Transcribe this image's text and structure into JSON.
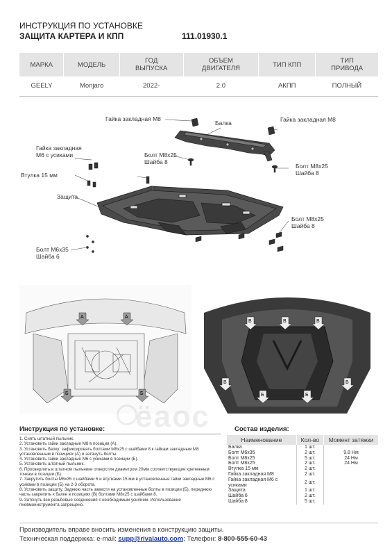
{
  "header": {
    "title_line1": "ИНСТРУКЦИЯ ПО УСТАНОВКЕ",
    "title_line2": "ЗАЩИТА КАРТЕРА И КПП",
    "article_number": "111.01930.1"
  },
  "spec_table": {
    "headers": [
      [
        "МАРКА",
        ""
      ],
      [
        "МОДЕЛЬ",
        ""
      ],
      [
        "ГОД",
        "ВЫПУСКА"
      ],
      [
        "ОБЪЕМ",
        "ДВИГАТЕЛЯ"
      ],
      [
        "ТИП КПП",
        ""
      ],
      [
        "ТИП",
        "ПРИВОДА"
      ]
    ],
    "row": [
      "GEELY",
      "Monjaro",
      "2022-",
      "2.0",
      "АКПП",
      "ПОЛНЫЙ"
    ]
  },
  "diagram_labels": {
    "nut_m8": "Гайка закладная М8",
    "beam": "Балка",
    "nut_m8_right": "Гайка закладная М8",
    "nut_m6_line1": "Гайка закладная",
    "nut_m6_line2": "М6 с усиками",
    "bolt_m8_center_1": "Болт М8х25",
    "bolt_m8_center_2": "Шайба 8",
    "bolt_m8_right_1": "Болт М8х25",
    "bolt_m8_right_2": "Шайба 8",
    "bushing": "Втулка 15 мм",
    "shield": "Защита",
    "bolt_m8_lower_1": "Болт М8х25",
    "bolt_m8_lower_2": "Шайба 8",
    "bolt_m6_1": "Болт М6х35",
    "bolt_m6_2": "Шайба 6"
  },
  "photo_markers": {
    "a": "А",
    "b": "Б",
    "v": "В"
  },
  "watermark": "ёаос",
  "instructions": {
    "title": "Инструкция по установке:",
    "steps": [
      "1.  Снять штатный пыльник.",
      "2.  Установить гайки закладные М8 в позиции (А).",
      "3.  Установить балку: зафиксировать болтами М8х25 с шайбами 8 к гайкам закладным М8 установленным в позициях (А) и затянуть болты.",
      "4.  Установить гайки закладные М6 с усиками в позиции (Б).",
      "5.  Установить штатный пыльник.",
      "6.  Просверлить в штатном пыльнике отверстия диаметром 20мм соответствующие крепежным точкам в позиции (Б).",
      "7.  Закрутить болты М6х35 с шайбами 6 и втулками 15 мм в установленные гайки закладные М6 с усиками в позиции (Б) на 2-3 оборота.",
      "8.  Установить защиту. Заднюю часть завести на установленные болты в позиции (Б), переднюю часть закрепить к балке в позициях (В) болтами М8х25 с шайбами 8.",
      "9.  Затянуть все резьбовые соединения с необходимым усилием. Использование пневмоинструмента запрещено."
    ]
  },
  "components": {
    "title": "Состав изделия:",
    "headers": [
      "Наименование",
      "Кол-во",
      "Момент затяжки"
    ],
    "rows": [
      [
        "Балка",
        "1 шт.",
        ""
      ],
      [
        "Болт М6х35",
        "2 шт.",
        "9.8 Нм"
      ],
      [
        "Болт М8х25",
        "5 шт.",
        "24 Нм"
      ],
      [
        "Болт М8х25",
        "2 шт.",
        "24 Нм"
      ],
      [
        "Втулка 15 мм",
        "2 шт.",
        ""
      ],
      [
        "Гайка закладная М8",
        "2 шт.",
        ""
      ],
      [
        "Гайка закладная М6 с усиками",
        "2 шт.",
        ""
      ],
      [
        "Защита",
        "1 шт.",
        ""
      ],
      [
        "Шайба 6",
        "2 шт.",
        ""
      ],
      [
        "Шайба 8",
        "5 шт.",
        ""
      ]
    ]
  },
  "footer": {
    "line1": "Производитель вправе вносить изменения в конструкцию защиты.",
    "support_prefix": "Техническая поддержка:  e-mail: ",
    "email": "supp@rivalauto.com",
    "phone_prefix": "; Телефон: ",
    "phone": "8-800-555-60-43"
  }
}
